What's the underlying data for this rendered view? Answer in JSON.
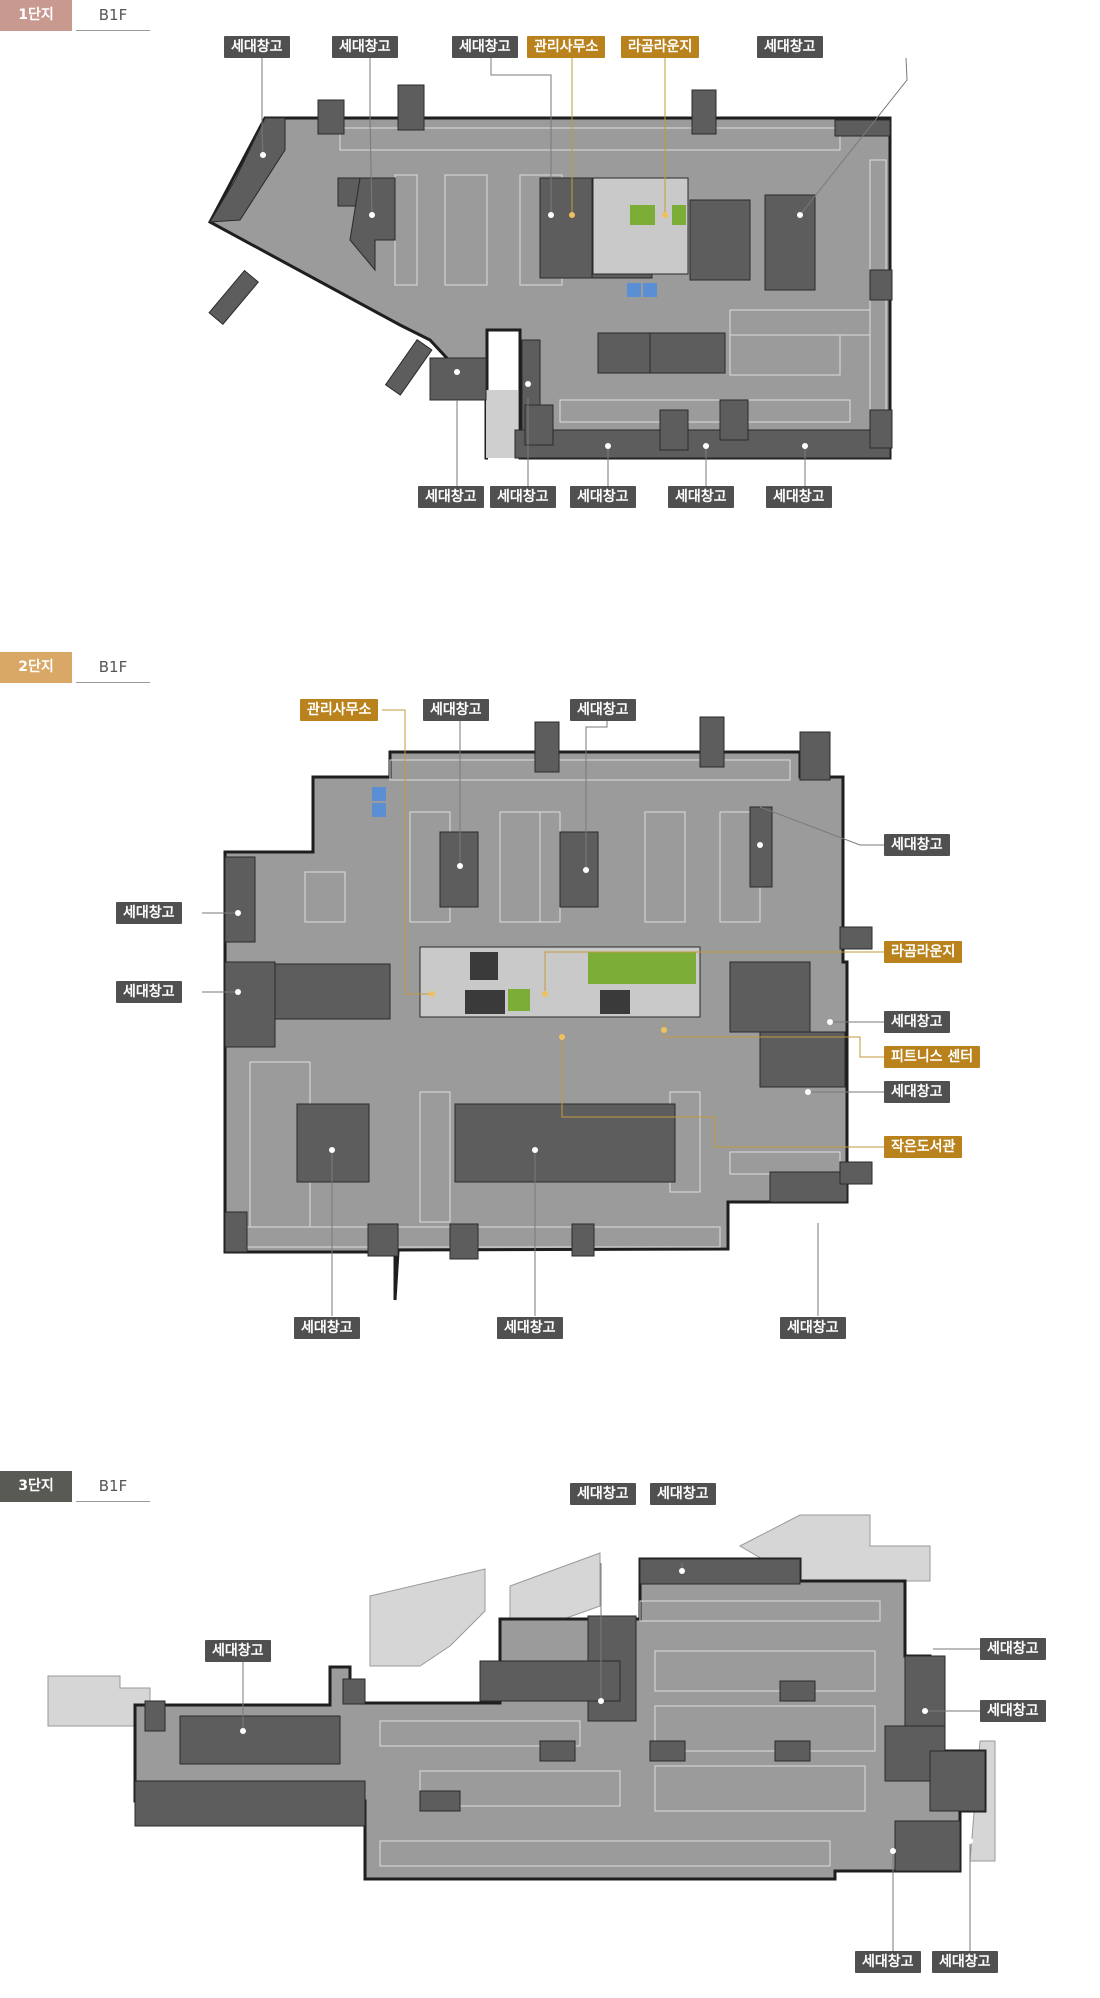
{
  "sections": [
    {
      "badge": "1단지",
      "floor": "B1F",
      "badge_color": "#c8998e",
      "labels": [
        "세대창고",
        "세대창고",
        "세대창고",
        "관리사무소",
        "라곰라운지",
        "세대창고",
        "세대창고",
        "세대창고",
        "세대창고",
        "세대창고",
        "세대창고"
      ]
    },
    {
      "badge": "2단지",
      "floor": "B1F",
      "badge_color": "#d9a766",
      "labels": [
        "관리사무소",
        "세대창고",
        "세대창고",
        "세대창고",
        "세대창고",
        "세대창고",
        "라곰라운지",
        "세대창고",
        "피트니스 센터",
        "세대창고",
        "작은도서관",
        "세대창고",
        "세대창고",
        "세대창고"
      ]
    },
    {
      "badge": "3단지",
      "floor": "B1F",
      "badge_color": "#5a5a55",
      "labels": [
        "세대창고",
        "세대창고",
        "세대창고",
        "세대창고",
        "세대창고",
        "세대창고",
        "세대창고"
      ]
    }
  ],
  "colors": {
    "label_gray": "#505050",
    "label_gold": "#b9821c",
    "plan_floor": "#9b9b9b",
    "plan_block": "#5d5d5d",
    "plan_outline": "#1e1e1e",
    "plan_ghost": "#d6d6d6",
    "green_area": "#7cae37"
  }
}
